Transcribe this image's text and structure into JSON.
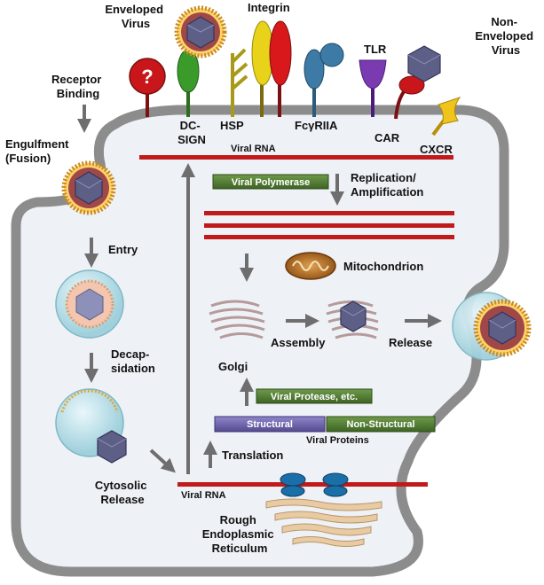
{
  "labels": {
    "enveloped_virus": [
      "Enveloped",
      "Virus"
    ],
    "integrin": "Integrin",
    "non_enveloped_virus": [
      "Non-",
      "Enveloped",
      "Virus"
    ],
    "receptor_binding": [
      "Receptor",
      "Binding"
    ],
    "engulfment": [
      "Engulfment",
      "(Fusion)"
    ],
    "dc_sign": [
      "DC-",
      "SIGN"
    ],
    "hsp": "HSP",
    "fcgriia": "FcγRIIA",
    "tlr": "TLR",
    "car": "CAR",
    "cxcr": "CXCR",
    "question_mark": "?",
    "viral_rna_top": "Viral RNA",
    "viral_polymerase": "Viral Polymerase",
    "replication": [
      "Replication/",
      "Amplification"
    ],
    "mitochondrion": "Mitochondrion",
    "entry": "Entry",
    "decapsidation": [
      "Decap-",
      "sidation"
    ],
    "assembly": "Assembly",
    "release": "Release",
    "golgi": "Golgi",
    "viral_protease": "Viral Protease, etc.",
    "structural": "Structural",
    "non_structural": "Non-Structural",
    "viral_proteins": "Viral Proteins",
    "translation": "Translation",
    "cytosolic_release": [
      "Cytosolic",
      "Release"
    ],
    "viral_rna_bottom": "Viral RNA",
    "rough_er": [
      "Rough",
      "Endoplasmic",
      "Reticulum"
    ]
  },
  "colors": {
    "membrane": "#8c8c8c",
    "cytoplasm": "#eef1f6",
    "rna": "#c01a1a",
    "polymerase_box": "#4f7a32",
    "structural_box": "#6a5fa6",
    "virus_capsid": "#5d5f86",
    "envelope": "#e0a838",
    "ribosome": "#1a6fa8"
  }
}
